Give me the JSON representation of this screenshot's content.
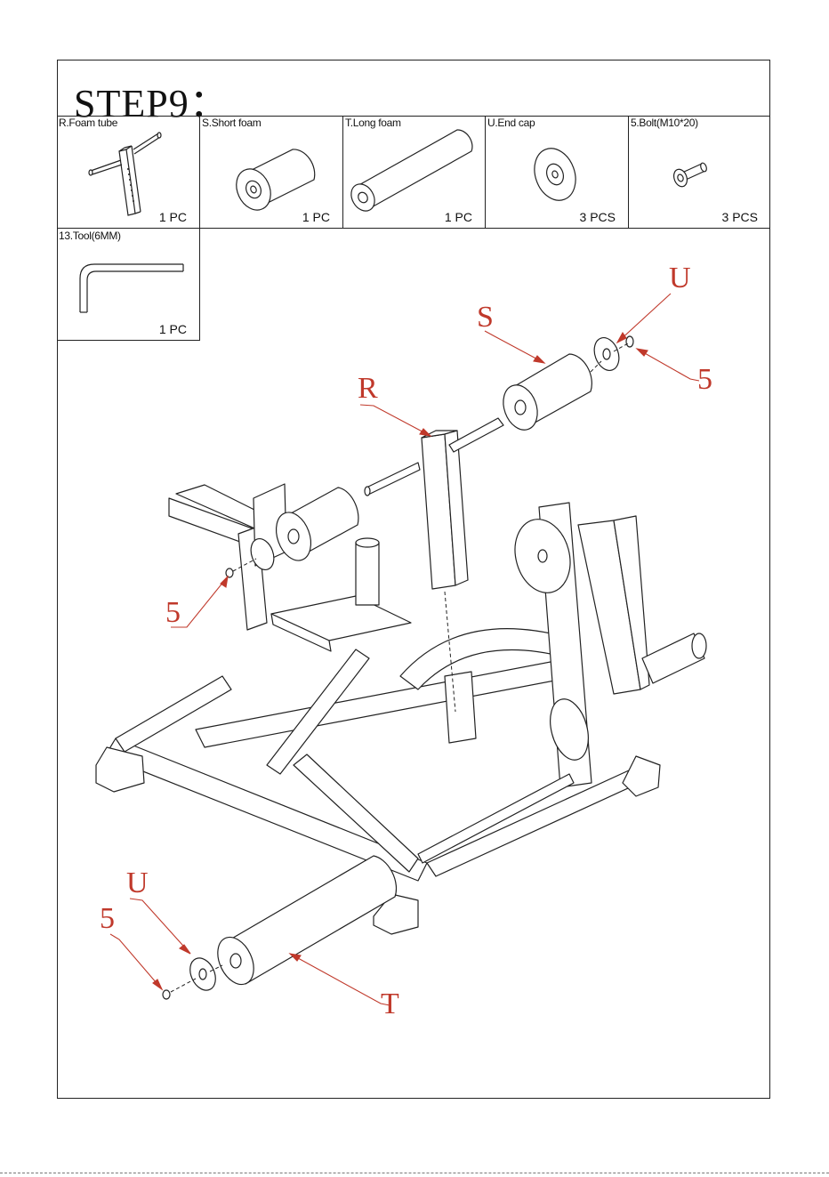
{
  "step": {
    "title": "STEP9："
  },
  "parts": [
    {
      "id": "R",
      "label": "R.Foam tube",
      "qty": "1 PC",
      "icon": "foam-tube-icon"
    },
    {
      "id": "S",
      "label": "S.Short foam",
      "qty": "1 PC",
      "icon": "short-foam-icon"
    },
    {
      "id": "T",
      "label": "T.Long foam",
      "qty": "1 PC",
      "icon": "long-foam-icon"
    },
    {
      "id": "U",
      "label": "U.End cap",
      "qty": "3 PCS",
      "icon": "end-cap-icon"
    },
    {
      "id": "5",
      "label": "5.Bolt(M10*20)",
      "qty": "3 PCS",
      "icon": "bolt-icon"
    },
    {
      "id": "13",
      "label": "13.Tool(6MM)",
      "qty": "1 PC",
      "icon": "hex-key-icon"
    }
  ],
  "callouts": {
    "u_top": "U",
    "s": "S",
    "five_top": "5",
    "r": "R",
    "five_left": "5",
    "u_bottom": "U",
    "five_bottom": "5",
    "t": "T"
  },
  "colors": {
    "callout": "#c0392b",
    "line": "#222222"
  }
}
